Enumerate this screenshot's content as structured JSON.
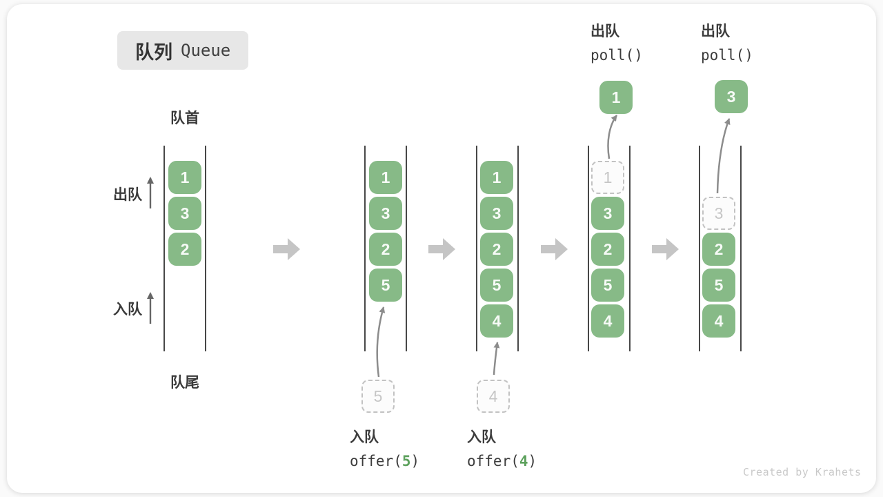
{
  "title": {
    "zh": "队列",
    "en": "Queue"
  },
  "labels": {
    "front": "队首",
    "rear": "队尾",
    "dequeue": "出队",
    "enqueue": "入队"
  },
  "watermark": "Created by Krahets",
  "colors": {
    "box_green": "#87ba87",
    "code_arg_green": "#5da15d",
    "flow_arrow_gray": "#c5c5c5",
    "dashed_gray": "#c2c2c2",
    "text_dark": "#3c3c3c"
  },
  "columns": [
    {
      "slots": [
        "1",
        "3",
        "2"
      ]
    },
    {
      "slots": [
        "1",
        "3",
        "2",
        "5"
      ],
      "pending": "5",
      "op": {
        "label": "入队",
        "code_pre": "offer(",
        "code_arg": "5",
        "code_post": ")"
      }
    },
    {
      "slots": [
        "1",
        "3",
        "2",
        "5",
        "4"
      ],
      "pending": "4",
      "op": {
        "label": "入队",
        "code_pre": "offer(",
        "code_arg": "4",
        "code_post": ")"
      }
    },
    {
      "dashed": "1",
      "slots": [
        "3",
        "2",
        "5",
        "4"
      ],
      "result": "1",
      "op": {
        "label": "出队",
        "code": "poll()"
      }
    },
    {
      "dashed": "3",
      "slots": [
        "2",
        "5",
        "4"
      ],
      "result": "3",
      "op": {
        "label": "出队",
        "code": "poll()"
      }
    }
  ]
}
